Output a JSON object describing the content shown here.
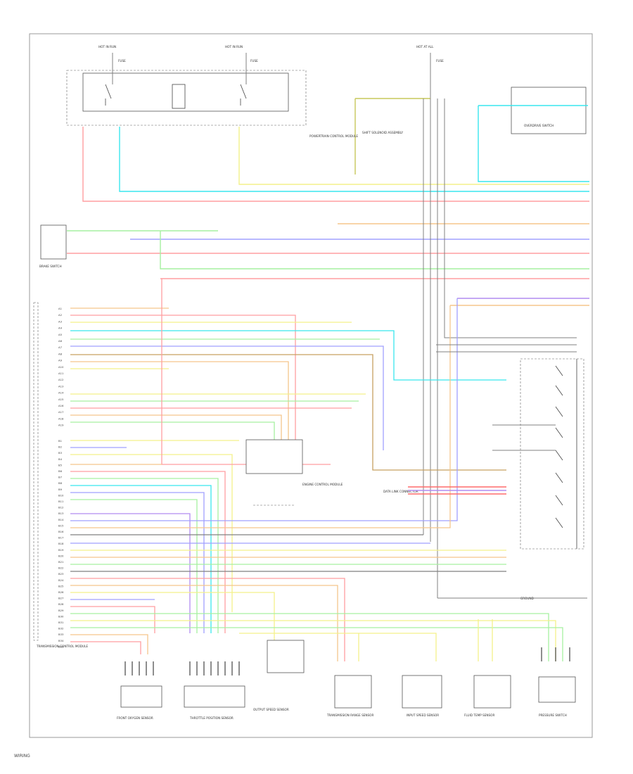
{
  "footer_label": "WIRING",
  "colors": {
    "pink": "#ff9ea0",
    "cyan": "#38e6ee",
    "yellow": "#f3f18a",
    "green": "#a6f0a0",
    "blue": "#a0a0ff",
    "orange": "#f5c58c",
    "purple": "#b28cf0",
    "red": "#ff6b6b",
    "brown": "#c7a060",
    "gray": "#808080"
  },
  "diagram": {
    "top_labels": {
      "hot_run_a": "HOT IN RUN",
      "hot_run_b": "HOT IN RUN",
      "hot_all": "HOT AT ALL",
      "fuse_a": "FUSE",
      "fuse_b": "FUSE",
      "fuse_c": "FUSE"
    },
    "modules": {
      "pcm_block": "POWERTRAIN CONTROL MODULE",
      "overdrive_switch": "OVERDRIVE SWITCH",
      "tcm": "TRANSMISSION CONTROL MODULE",
      "brake_switch": "BRAKE SWITCH",
      "data_link": "DATA LINK CONNECTOR",
      "ecm_lower": "ENGINE CONTROL MODULE",
      "solenoid_assy": "SHIFT SOLENOID ASSEMBLY",
      "ground_note": "GROUND"
    },
    "components": {
      "c1": "FRONT OXYGEN SENSOR",
      "c2": "THROTTLE POSITION SENSOR",
      "c3": "OUTPUT SPEED SENSOR",
      "c4": "TRANSMISSION RANGE SENSOR",
      "c5": "INPUT SPEED SENSOR",
      "c6": "FLUID TEMP SENSOR",
      "c7": "PRESSURE SWITCH"
    },
    "pins_left_a": [
      "A1",
      "A2",
      "A3",
      "A4",
      "A5",
      "A6",
      "A7",
      "A8",
      "A9",
      "A10",
      "A11",
      "A12",
      "A13",
      "A14",
      "A15",
      "A16",
      "A17",
      "A18",
      "A19"
    ],
    "pins_left_b": [
      "B1",
      "B2",
      "B3",
      "B4",
      "B5",
      "B6",
      "B7",
      "B8",
      "B9",
      "B10",
      "B11",
      "B12",
      "B13",
      "B14",
      "B15",
      "B16",
      "B17",
      "B18",
      "B19",
      "B20",
      "B21",
      "B22",
      "B23",
      "B24",
      "B25",
      "B26",
      "B27",
      "B28",
      "B29",
      "B30",
      "B31",
      "B32",
      "B33",
      "B34",
      "B35"
    ]
  }
}
